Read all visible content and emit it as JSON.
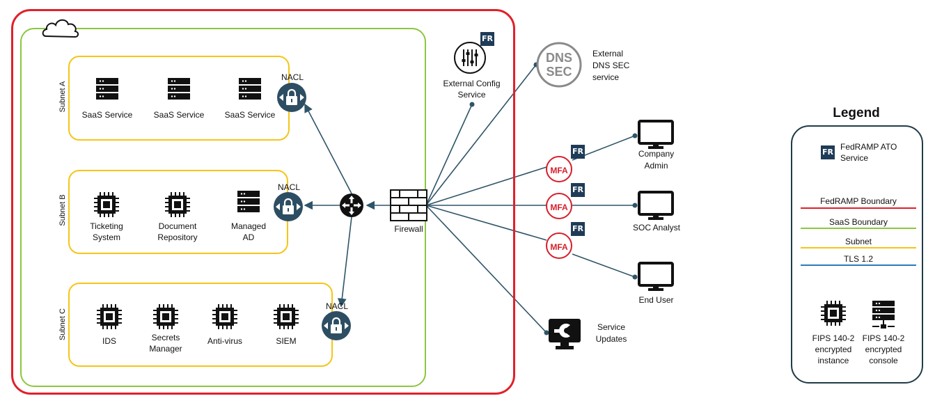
{
  "subnets": {
    "a": {
      "title": "Subnet A",
      "items": [
        "SaaS Service",
        "SaaS Service",
        "SaaS Service"
      ]
    },
    "b": {
      "title": "Subnet B",
      "items": [
        "Ticketing System",
        "Document Repository",
        "Managed AD"
      ]
    },
    "c": {
      "title": "Subnet C",
      "items": [
        "IDS",
        "Secrets Manager",
        "Anti-virus",
        "SIEM"
      ]
    }
  },
  "nacl_label": "NACL",
  "firewall_label": "Firewall",
  "external_config": "External Config Service",
  "dns": {
    "icon_line1": "DNS",
    "icon_line2": "SEC",
    "label": "External DNS SEC service"
  },
  "mfa_label": "MFA",
  "fr_badge": "FR",
  "endpoints": {
    "company_admin": "Company Admin",
    "soc_analyst": "SOC Analyst",
    "end_user": "End User",
    "service_updates": "Service Updates"
  },
  "legend": {
    "title": "Legend",
    "fedramp_ato": "FedRAMP ATO Service",
    "boundaries": [
      {
        "label": "FedRAMP Boundary",
        "color": "#e0202b"
      },
      {
        "label": "SaaS Boundary",
        "color": "#8cc63f"
      },
      {
        "label": "Subnet",
        "color": "#f5c518"
      },
      {
        "label": "TLS 1.2",
        "color": "#2b7bb9"
      }
    ],
    "fips_instance": "FIPS 140-2 encrypted instance",
    "fips_console": "FIPS 140-2 encrypted console"
  },
  "colors": {
    "fedramp_boundary": "#e0202b",
    "saas_boundary": "#8cc63f",
    "subnet": "#f5c518",
    "link": "#2e5468",
    "nacl": "#2d4e62",
    "legend_border": "#1f3b47"
  }
}
